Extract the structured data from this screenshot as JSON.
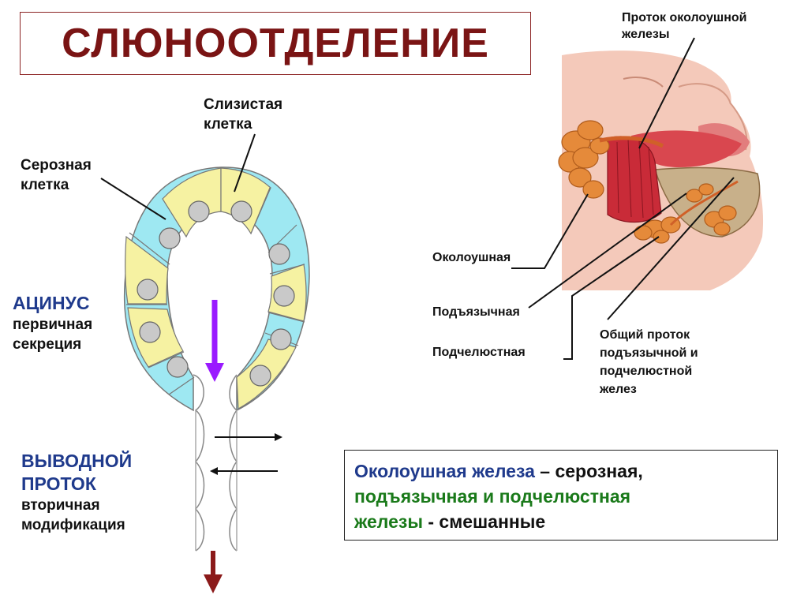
{
  "title": "СЛЮНООТДЕЛЕНИЕ",
  "acinus_labels": {
    "mucous_cell": [
      "Слизистая",
      "клетка"
    ],
    "serous_cell": [
      "Серозная",
      "клетка"
    ],
    "acinus": "АЦИНУС",
    "primary_secretion": [
      "первичная",
      "секреция"
    ],
    "excretory_duct": [
      "ВЫВОДНОЙ",
      "ПРОТОК"
    ],
    "secondary_modification": [
      "вторичная",
      "модификация"
    ]
  },
  "gland_labels": {
    "parotid_duct": [
      "Проток околоушной",
      "железы"
    ],
    "parotid": "Околоушная",
    "sublingual": "Подъязычная",
    "submandibular": "Подчелюстная",
    "common_duct": [
      "Общий проток",
      "подъязычной и",
      "подчелюстной",
      "желез"
    ]
  },
  "note": {
    "part1": "Околоушная железа",
    "part2": " – серозная,",
    "part3": "подъязычная и подчелюстная",
    "part4": "железы",
    "part5": " - смешанные"
  },
  "colors": {
    "title": "#7a1414",
    "serous": "#9ee8f2",
    "mucous": "#f6f2a2",
    "primary_arrow": "#9a1aff",
    "outflow_arrow": "#8b1a1a",
    "heading_blue": "#1f3a8c",
    "green": "#1a7a1a"
  }
}
